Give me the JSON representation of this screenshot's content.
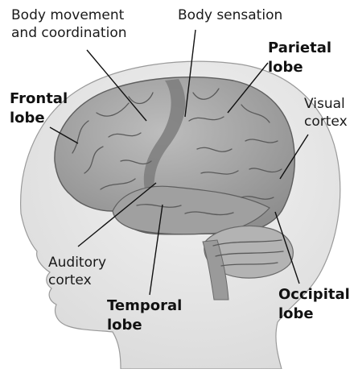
{
  "labels": {
    "body_movement": {
      "line1": "Body movement",
      "line2": "and coordination"
    },
    "body_sensation": {
      "line1": "Body sensation"
    },
    "parietal_lobe": {
      "line1": "Parietal",
      "line2": "lobe"
    },
    "frontal_lobe": {
      "line1": "Frontal",
      "line2": "lobe"
    },
    "visual_cortex": {
      "line1": "Visual",
      "line2": "cortex"
    },
    "auditory_cortex": {
      "line1": "Auditory",
      "line2": "cortex"
    },
    "temporal_lobe": {
      "line1": "Temporal",
      "line2": "lobe"
    },
    "occipital_lobe": {
      "line1": "Occipital",
      "line2": "lobe"
    }
  },
  "colors": {
    "head_fill": "#e6e6e6",
    "head_outline": "#9a9a9a",
    "brain_fill": "#a9a9a9",
    "brain_dark": "#6f6f6f",
    "motor_strip": "#7d7d7d",
    "cerebellum": "#b3b3b3",
    "leader_line": "#111111"
  }
}
